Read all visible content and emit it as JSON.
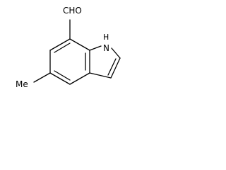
{
  "molecule": {
    "labels": {
      "aldehyde": "CHO",
      "nh_h": "H",
      "nh_n": "N",
      "methyl": "Me"
    }
  },
  "colors": {
    "bond": "#000000",
    "background": "#ffffff"
  }
}
